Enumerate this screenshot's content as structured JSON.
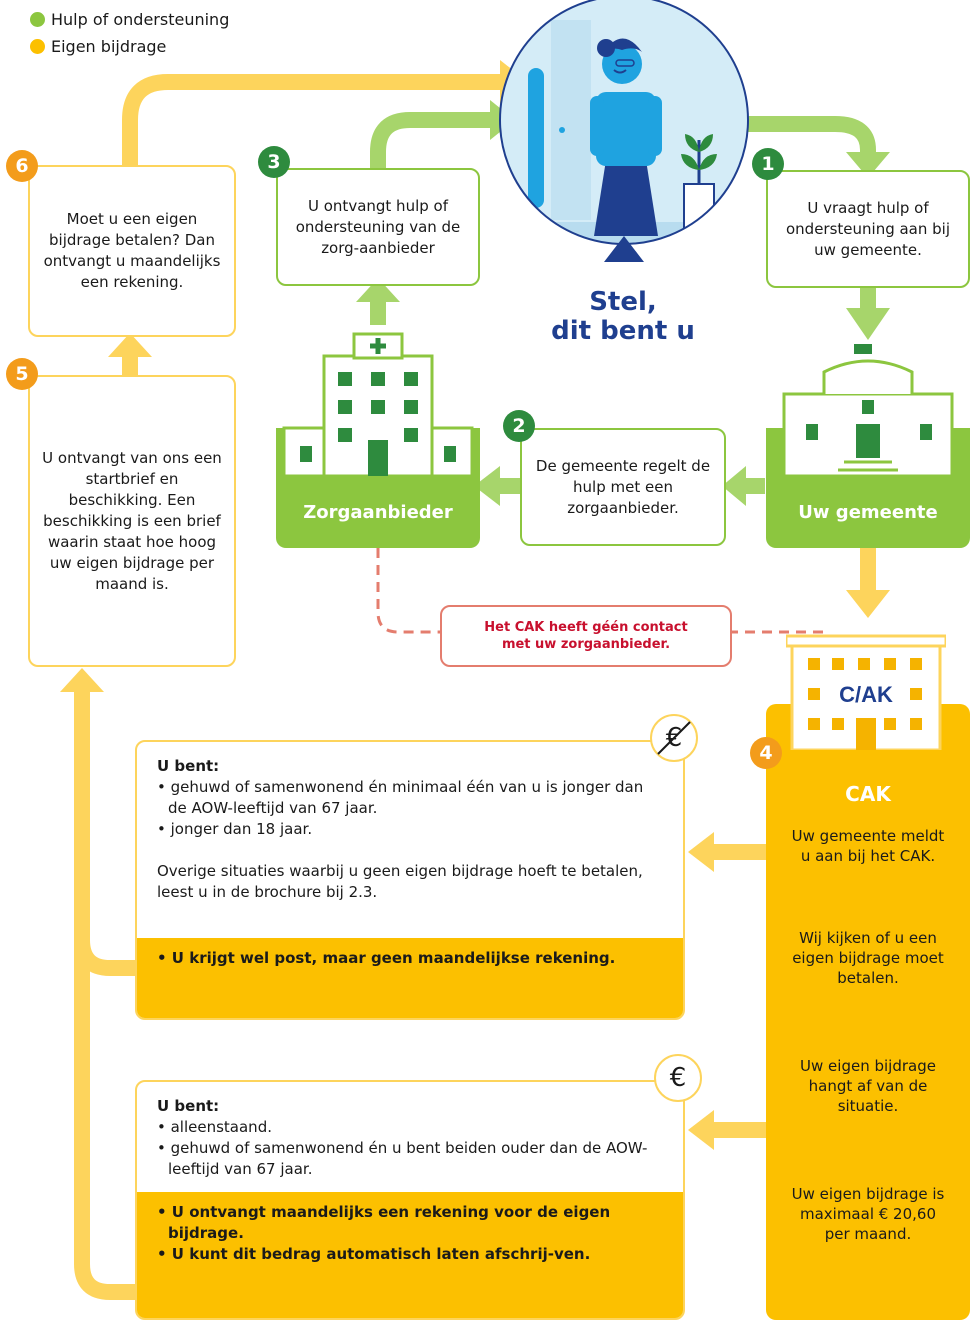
{
  "legend": {
    "help": {
      "label": "Hulp of ondersteuning",
      "color": "#8cc63f"
    },
    "contribution": {
      "label": "Eigen bijdrage",
      "color": "#fcc000"
    }
  },
  "center": {
    "line1": "Stel,",
    "line2": "dit bent u"
  },
  "steps": {
    "s1": {
      "number": "1",
      "text": "U vraagt hulp of ondersteuning aan bij uw gemeente."
    },
    "s2": {
      "number": "2",
      "text": "De gemeente regelt de hulp met een zorgaanbieder."
    },
    "s3": {
      "number": "3",
      "text": "U ontvangt hulp of ondersteuning van de zorg-aanbieder"
    },
    "s4": {
      "number": "4"
    },
    "s5": {
      "number": "5",
      "text": "U ontvangt van ons een startbrief en beschikking. Een beschikking is een brief waarin staat hoe hoog uw eigen bijdrage per maand is."
    },
    "s6": {
      "number": "6",
      "text": "Moet u een eigen bijdrage betalen? Dan ontvangt u maandelijks een rekening."
    }
  },
  "buildings": {
    "gemeente": {
      "label": "Uw gemeente"
    },
    "zorgaanbieder": {
      "label": "Zorgaanbieder"
    },
    "cak_sign": "C/AK"
  },
  "no_contact": {
    "line1": "Het CAK heeft géén contact",
    "line2": "met uw zorgaanbieder."
  },
  "cak": {
    "title": "CAK",
    "p1": "Uw gemeente meldt u aan bij het CAK.",
    "p2": "Wij kijken of u een eigen bijdrage moet betalen.",
    "p3": "Uw eigen bijdrage hangt af van de situatie.",
    "p4": "Uw eigen bijdrage is maximaal € 20,60 per maand."
  },
  "case_no_fee": {
    "heading": "U bent:",
    "bullets": [
      "• gehuwd of samenwonend én minimaal één van u is jonger dan de AOW-leeftijd van 67 jaar.",
      "• jonger dan 18 jaar."
    ],
    "note": "Overige situaties waarbij u geen eigen bijdrage hoeft te betalen, leest u in de brochure bij 2.3.",
    "result": "• U krijgt wel post, maar geen maandelijkse rekening.",
    "icon": "€"
  },
  "case_fee": {
    "heading": "U bent:",
    "bullets": [
      "• alleenstaand.",
      "• gehuwd of samenwonend én u bent beiden ouder dan de AOW-leeftijd van 67 jaar."
    ],
    "results": [
      "• U ontvangt maandelijks een rekening voor de eigen bijdrage.",
      "• U kunt dit bedrag automatisch laten afschrij-ven."
    ],
    "icon": "€"
  }
}
